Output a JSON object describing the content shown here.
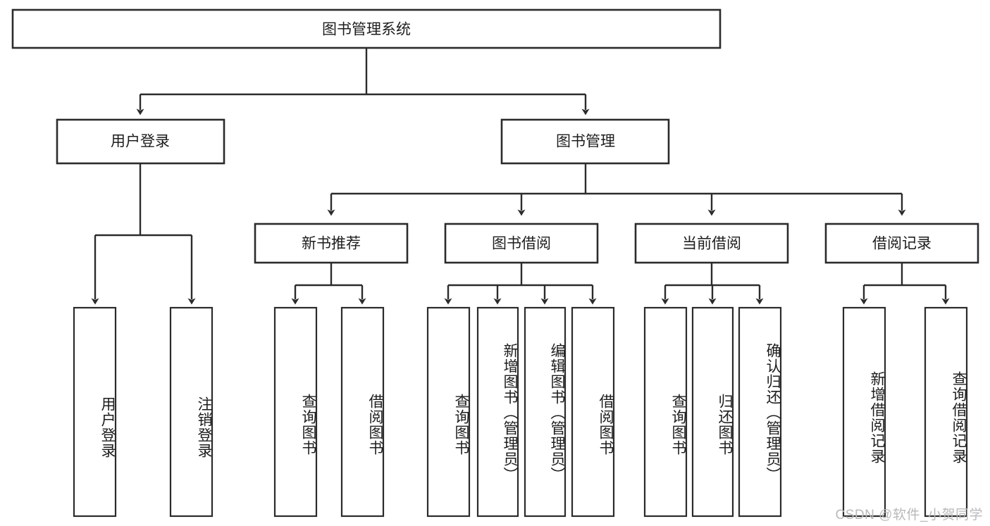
{
  "diagram": {
    "title": "图书管理系统",
    "type": "tree-hierarchy-diagram",
    "watermark": "CSDN @软件_小贺同学",
    "colors": {
      "stroke": "#2b2b2b",
      "box_fill": "#ffffff",
      "text": "#1d1d1d",
      "watermark": "#b9b9b9",
      "background": "#ffffff"
    },
    "root": {
      "label": "图书管理系统"
    },
    "level2": [
      {
        "label": "用户登录"
      },
      {
        "label": "图书管理"
      }
    ],
    "level3": [
      {
        "label": "新书推荐"
      },
      {
        "label": "图书借阅"
      },
      {
        "label": "当前借阅"
      },
      {
        "label": "借阅记录"
      }
    ],
    "leaves": {
      "user_login": [
        {
          "label": "用户登录"
        },
        {
          "label": "注销登录"
        }
      ],
      "new_book_recommend": [
        {
          "label": "查询图书"
        },
        {
          "label": "借阅图书"
        }
      ],
      "book_borrow": [
        {
          "label": "查询图书"
        },
        {
          "label": "新增图书（管理员）"
        },
        {
          "label": "编辑图书（管理员）"
        },
        {
          "label": "借阅图书"
        }
      ],
      "current_borrow": [
        {
          "label": "查询图书"
        },
        {
          "label": "归还图书"
        },
        {
          "label": "确认归还（管理员）"
        }
      ],
      "borrow_record": [
        {
          "label": "新增借阅记录"
        },
        {
          "label": "查询借阅记录"
        }
      ]
    }
  }
}
